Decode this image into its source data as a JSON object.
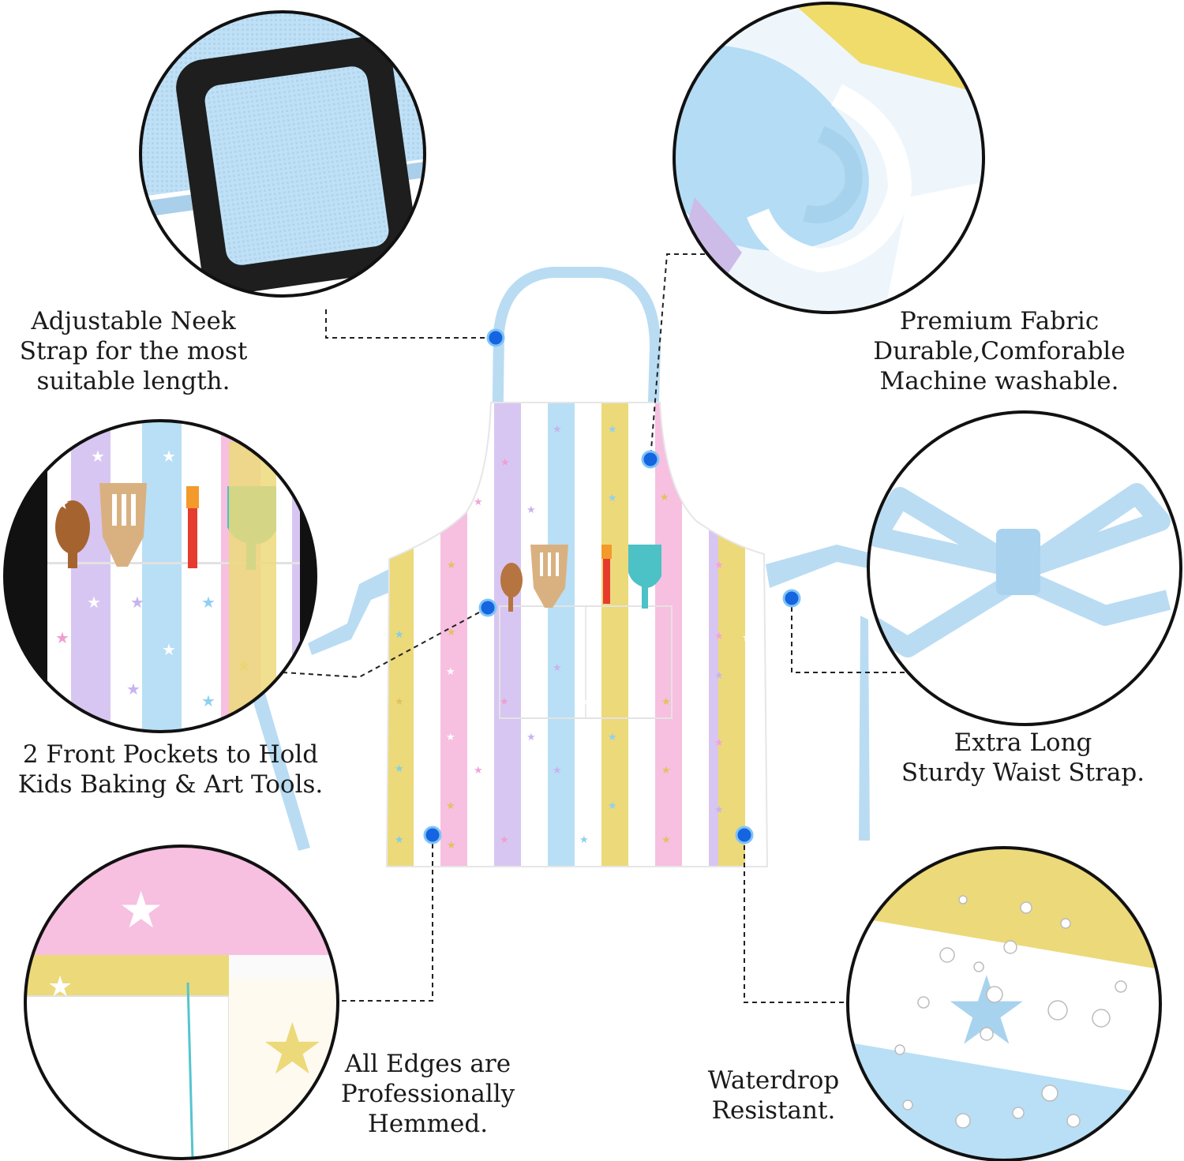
{
  "features": {
    "neck_strap": {
      "line1": "Adjustable Neek",
      "line2": "Strap for the most",
      "line3": "suitable length."
    },
    "fabric": {
      "line1": "Premium Fabric",
      "line2": "Durable,Comforable",
      "line3": "Machine washable."
    },
    "pockets": {
      "line1": "2 Front Pockets to Hold",
      "line2": "Kids Baking & Art Tools."
    },
    "waist_strap": {
      "line1": "Extra Long",
      "line2": "Sturdy Waist Strap."
    },
    "edges": {
      "line1": "All Edges are",
      "line2": "Professionally",
      "line3": "Hemmed."
    },
    "waterdrop": {
      "line1": "Waterdrop",
      "line2": "Resistant."
    }
  },
  "colors": {
    "pink": "#f7bfe0",
    "lavender": "#d8c6f2",
    "sky_blue": "#b8dff5",
    "yellow": "#ecd97a",
    "strap_blue": "#b9dcf3",
    "marker_blue": "#1565e0",
    "leader_line": "#222222"
  },
  "icons": [
    "buckle-icon",
    "star-icon",
    "spoon-icon",
    "spatula-icon",
    "brush-icon",
    "scoop-icon",
    "waterdrop-icon"
  ]
}
